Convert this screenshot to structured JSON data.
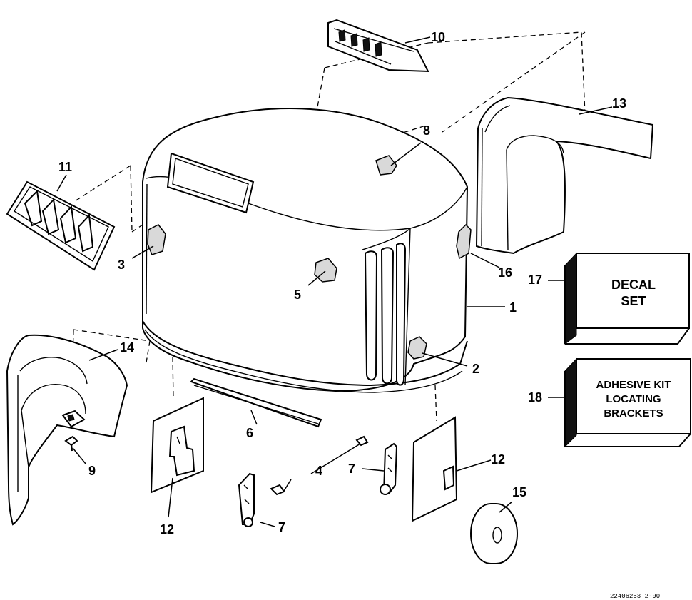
{
  "callouts": {
    "c1": "1",
    "c2": "2",
    "c3": "3",
    "c4": "4",
    "c5": "5",
    "c6": "6",
    "c7a": "7",
    "c7b": "7",
    "c8": "8",
    "c9": "9",
    "c10": "10",
    "c11": "11",
    "c12a": "12",
    "c12b": "12",
    "c13": "13",
    "c14": "14",
    "c15": "15",
    "c16": "16",
    "c17": "17",
    "c18": "18"
  },
  "boxes": {
    "decal_line1": "DECAL",
    "decal_line2": "SET",
    "adhesive_line1": "ADHESIVE KIT",
    "adhesive_line2": "LOCATING",
    "adhesive_line3": "BRACKETS"
  },
  "footer_code": "22406253  2-90"
}
